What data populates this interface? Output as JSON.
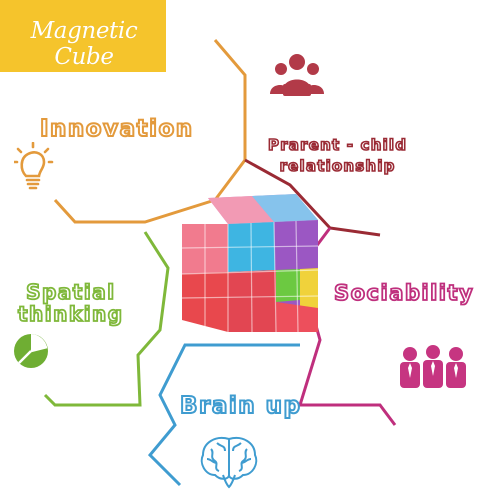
{
  "badge": {
    "title": "Magnetic Cube"
  },
  "labels": {
    "innovation": "Innovation",
    "parent_line1": "Prarent - child",
    "parent_line2": "relationship",
    "sociability": "Sociability",
    "spatial_line1": "Spatial",
    "spatial_line2": "thinking",
    "brain_up": "Brain up"
  },
  "icons": {
    "innovation": "lightbulb-icon",
    "parent_child": "group-people-icon",
    "sociability": "business-people-icon",
    "spatial": "pie-chart-icon",
    "brain_up": "brain-icon"
  },
  "colors": {
    "badge": "#f5c42c",
    "innovation": "#e39a3c",
    "parent_child": "#9a2a34",
    "sociability": "#bf2f7d",
    "spatial": "#7fb83a",
    "brain_up": "#3f9cd0"
  }
}
